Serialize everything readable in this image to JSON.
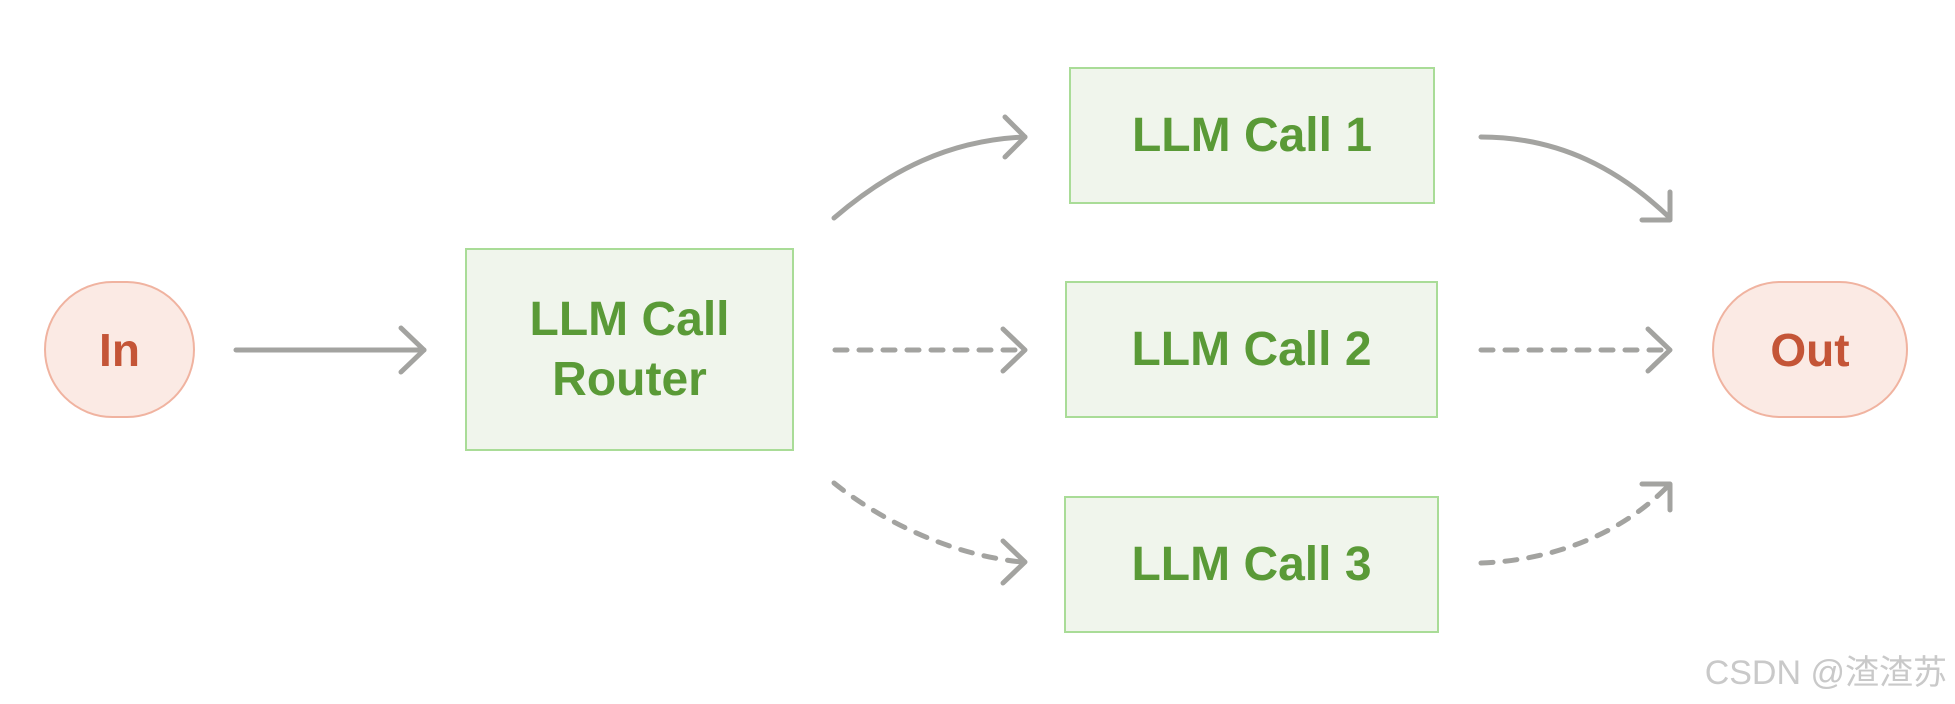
{
  "nodes": {
    "input": {
      "label": "In"
    },
    "router": {
      "line1": "LLM Call",
      "line2": "Router"
    },
    "call1": {
      "label": "LLM Call 1"
    },
    "call2": {
      "label": "LLM Call 2"
    },
    "call3": {
      "label": "LLM Call 3"
    },
    "output": {
      "label": "Out"
    }
  },
  "edges": [
    {
      "from": "In",
      "to": "LLM Call Router",
      "style": "solid"
    },
    {
      "from": "LLM Call Router",
      "to": "LLM Call 1",
      "style": "solid"
    },
    {
      "from": "LLM Call Router",
      "to": "LLM Call 2",
      "style": "dashed"
    },
    {
      "from": "LLM Call Router",
      "to": "LLM Call 3",
      "style": "dashed"
    },
    {
      "from": "LLM Call 1",
      "to": "Out",
      "style": "solid"
    },
    {
      "from": "LLM Call 2",
      "to": "Out",
      "style": "dashed"
    },
    {
      "from": "LLM Call 3",
      "to": "Out",
      "style": "dashed"
    }
  ],
  "watermark": "CSDN @渣渣苏",
  "colors": {
    "terminal_fill": "#fbeae4",
    "terminal_border": "#f0b3a0",
    "terminal_text": "#c45537",
    "llm_fill": "#f0f5ec",
    "llm_border": "#a9dc97",
    "llm_text": "#5a9a37",
    "arrow": "#a3a3a0"
  }
}
